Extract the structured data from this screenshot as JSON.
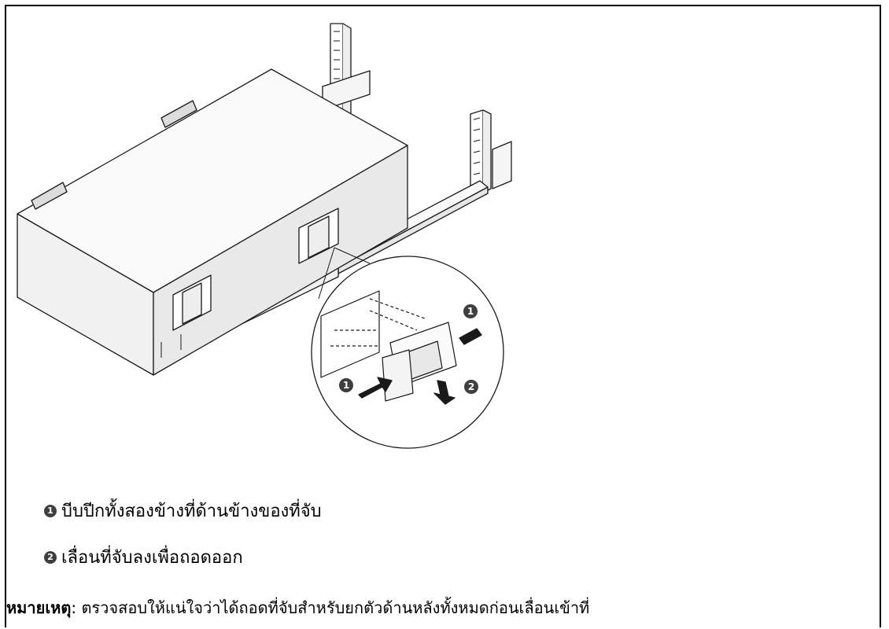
{
  "steps": [
    {
      "number": "1",
      "text": "บีบปีกทั้งสองข้างที่ด้านข้างของที่จับ"
    },
    {
      "number": "2",
      "text": "เลื่อนที่จับลงเพื่อถอดออก"
    }
  ],
  "callouts": {
    "c1_top": "1",
    "c1_bottom": "1",
    "c2": "2"
  },
  "note": {
    "label": "หมายเหตุ",
    "separator": ": ",
    "text": "ตรวจสอบให้แน่ใจว่าได้ถอดที่จับสำหรับยกตัวด้านหลังทั้งหมดก่อนเลื่อนเข้าที่"
  },
  "colors": {
    "badge": "#3f3f3f",
    "line": "#1a1a1a",
    "shade": "#e9e9e9"
  }
}
